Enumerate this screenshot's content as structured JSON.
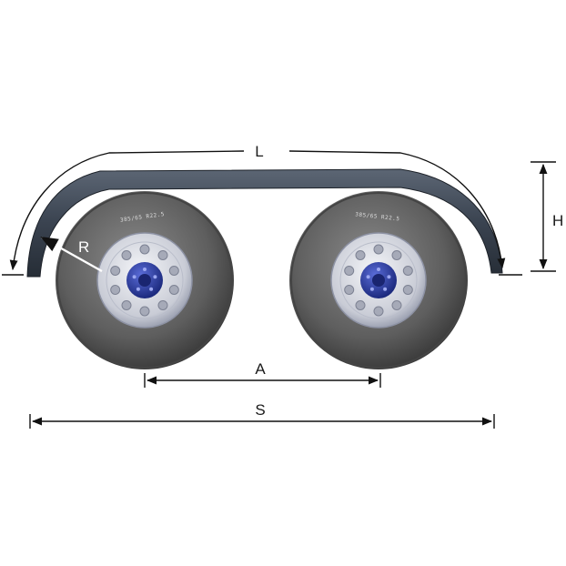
{
  "dimensions": {
    "length": "L",
    "height": "H",
    "radius": "R",
    "axle_spacing": "A",
    "overall_span": "S"
  },
  "colors": {
    "fender": "#3a4350",
    "tire": "#5c5c5c",
    "rim": "#d9dbe0",
    "hub": "#2a3a9c",
    "line": "#111111"
  }
}
